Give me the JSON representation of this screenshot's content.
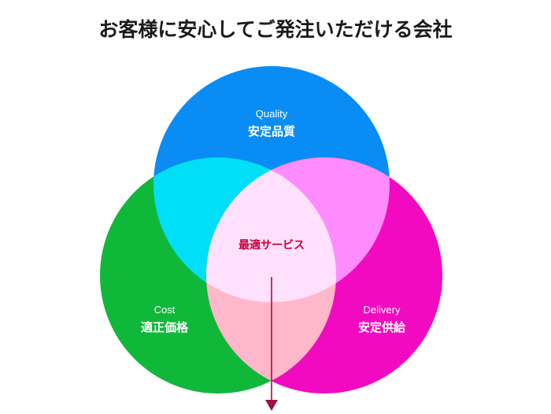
{
  "title": "お客様に安心してご発注いただける会社",
  "diagram": {
    "circles": [
      {
        "id": "quality",
        "label_en": "Quality",
        "label_ja": "安定品質",
        "color": "#0a8cf5"
      },
      {
        "id": "cost",
        "label_en": "Cost",
        "label_ja": "適正価格",
        "color": "#10b83a"
      },
      {
        "id": "delivery",
        "label_en": "Delivery",
        "label_ja": "安定供給",
        "color": "#f20ac0"
      }
    ],
    "overlap_colors": {
      "quality_cost": "#00def8",
      "quality_delivery": "#ff8cff",
      "cost_delivery": "#ffb8c9",
      "center": "#ffe0fd"
    },
    "center_label": "最適サービス",
    "center_label_color": "#c8003a",
    "arrow_color": "#a0103a"
  }
}
